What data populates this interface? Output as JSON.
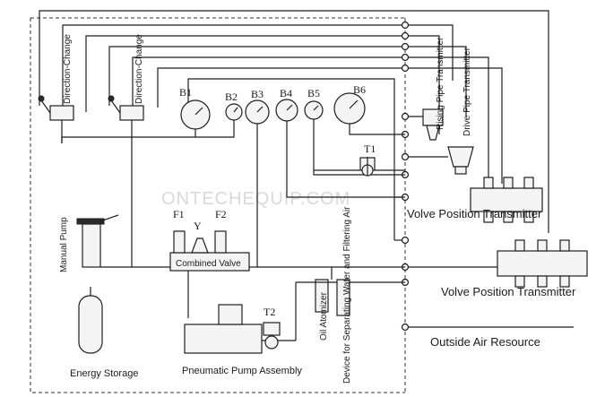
{
  "labels": {
    "direction_change_1": "Direction-Change",
    "direction_change_2": "Direction-Change",
    "b1": "B1",
    "b2": "B2",
    "b3": "B3",
    "b4": "B4",
    "b5": "B5",
    "b6": "B6",
    "t1": "T1",
    "t2": "T2",
    "rising_pipe_transmitter": "Rising Pipe Transmitter",
    "drive_pipe_transmitter": "Drive Pipe Transmitter",
    "valve_position_transmitter_1": "Volve Position Transmitter",
    "valve_position_transmitter_2": "Volve Position Transmitter",
    "manual_pump": "Manual Pump",
    "f1": "F1",
    "y": "Y",
    "f2": "F2",
    "combined_valve": "Combined Valve",
    "energy_storage": "Energy Storage",
    "pneumatic_pump_assembly": "Pneumatic Pump Assembly",
    "oil_atomizer": "Oil Atomizer",
    "separating_device": "Device for Separating Water and Filtering Air",
    "outside_air_resource": "Outside Air Resource"
  },
  "watermark": "ONTECHEQUIP.COM"
}
